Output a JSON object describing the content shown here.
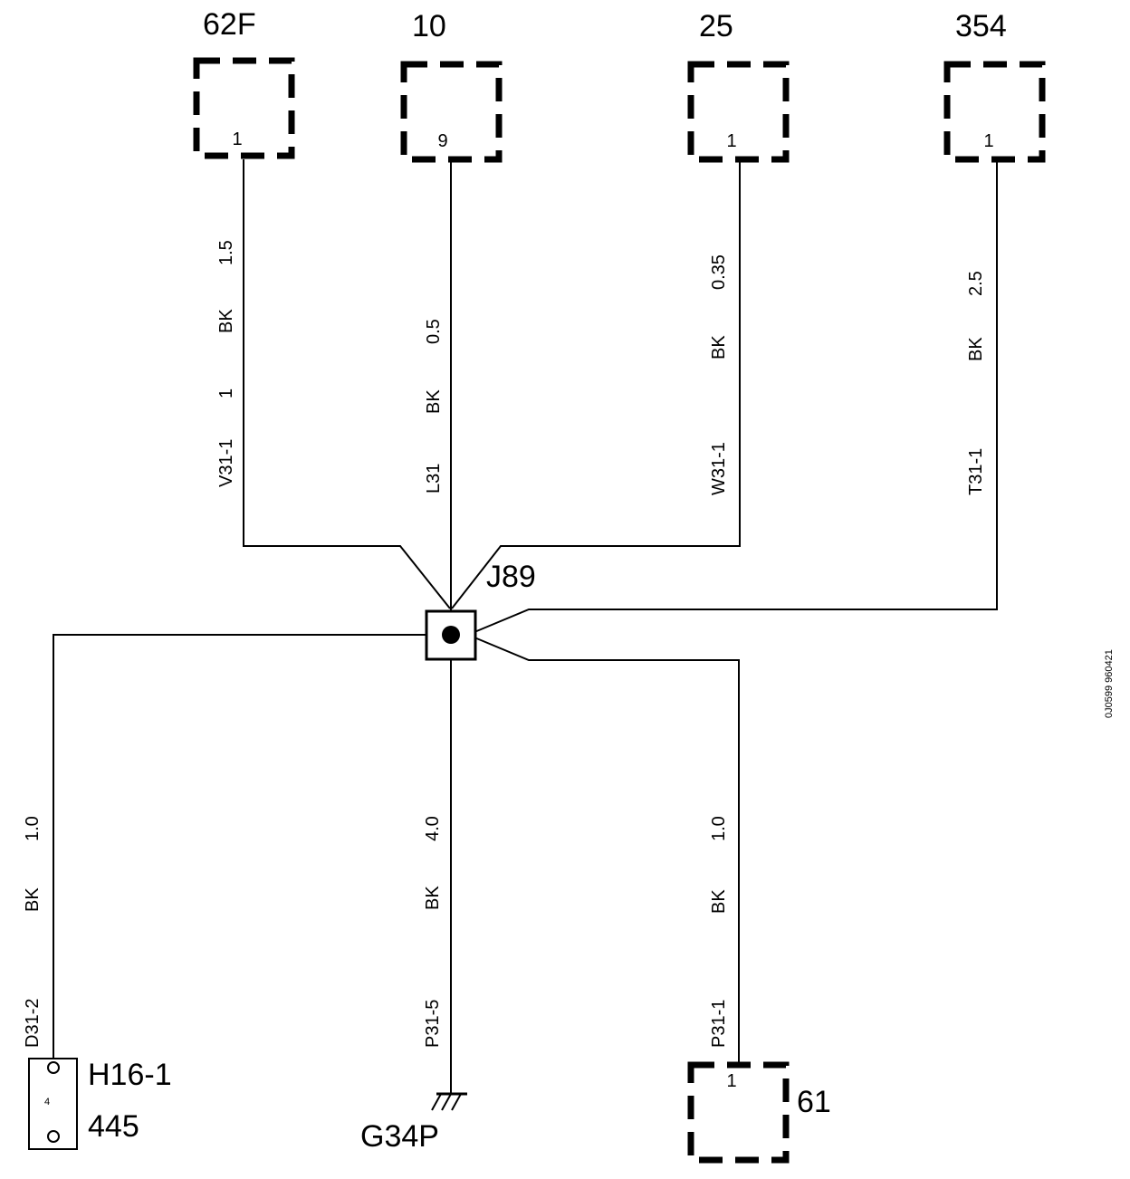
{
  "connectors": {
    "c62f": {
      "name": "62F",
      "pin": "1"
    },
    "c10": {
      "name": "10",
      "pin": "9"
    },
    "c25": {
      "name": "25",
      "pin": "1"
    },
    "c354": {
      "name": "354",
      "pin": "1"
    },
    "c61": {
      "name": "61",
      "pin": "1"
    }
  },
  "splice": {
    "name": "J89"
  },
  "wires": {
    "v31": {
      "circuit": "V31-1",
      "pin": "1",
      "color": "BK",
      "gauge": "1.5"
    },
    "l31": {
      "circuit": "L31",
      "color": "BK",
      "gauge": "0.5"
    },
    "w31": {
      "circuit": "W31-1",
      "color": "BK",
      "gauge": "0.35"
    },
    "t31": {
      "circuit": "T31-1",
      "color": "BK",
      "gauge": "2.5"
    },
    "d31": {
      "circuit": "D31-2",
      "color": "BK",
      "gauge": "1.0"
    },
    "p315": {
      "circuit": "P31-5",
      "color": "BK",
      "gauge": "4.0"
    },
    "p311": {
      "circuit": "P31-1",
      "color": "BK",
      "gauge": "1.0"
    }
  },
  "component_h16": {
    "name": "H16-1",
    "number": "445",
    "pin": "4"
  },
  "ground": {
    "name": "G34P"
  },
  "figure_id": "0J0599 960421"
}
